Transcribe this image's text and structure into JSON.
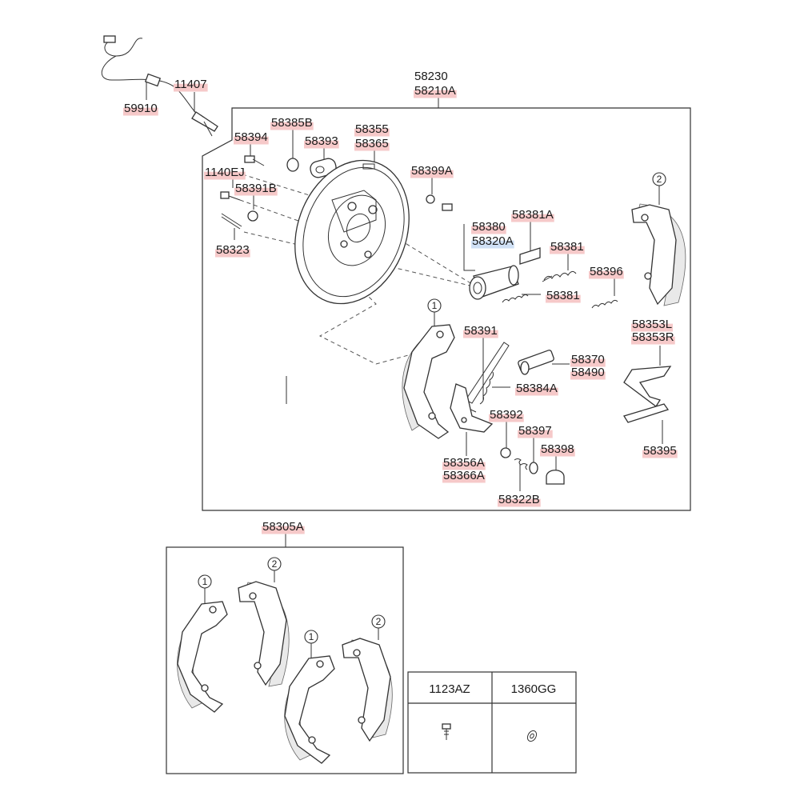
{
  "labels": [
    {
      "id": "p59910",
      "text": "59910",
      "hl": "red"
    },
    {
      "id": "p11407",
      "text": "11407",
      "hl": "red"
    },
    {
      "id": "p58230",
      "text": "58230",
      "hl": "none"
    },
    {
      "id": "p58210A",
      "text": "58210A",
      "hl": "red"
    },
    {
      "id": "p58394",
      "text": "58394",
      "hl": "red"
    },
    {
      "id": "p58385B",
      "text": "58385B",
      "hl": "red"
    },
    {
      "id": "p58393",
      "text": "58393",
      "hl": "red"
    },
    {
      "id": "p58355",
      "text": "58355",
      "hl": "red"
    },
    {
      "id": "p58365",
      "text": "58365",
      "hl": "red"
    },
    {
      "id": "p1140EJ",
      "text": "1140EJ",
      "hl": "red"
    },
    {
      "id": "p58391B",
      "text": "58391B",
      "hl": "red"
    },
    {
      "id": "p58399A",
      "text": "58399A",
      "hl": "red"
    },
    {
      "id": "p58323",
      "text": "58323",
      "hl": "red"
    },
    {
      "id": "p58380",
      "text": "58380",
      "hl": "red"
    },
    {
      "id": "p58320A",
      "text": "58320A",
      "hl": "blue"
    },
    {
      "id": "p58381A",
      "text": "58381A",
      "hl": "red"
    },
    {
      "id": "p58381a",
      "text": "58381",
      "hl": "red"
    },
    {
      "id": "p58381b",
      "text": "58381",
      "hl": "red"
    },
    {
      "id": "p58396",
      "text": "58396",
      "hl": "red"
    },
    {
      "id": "p58353L",
      "text": "58353L",
      "hl": "red"
    },
    {
      "id": "p58353R",
      "text": "58353R",
      "hl": "red"
    },
    {
      "id": "p58391",
      "text": "58391",
      "hl": "red"
    },
    {
      "id": "p58370",
      "text": "58370",
      "hl": "red"
    },
    {
      "id": "p58490",
      "text": "58490",
      "hl": "red"
    },
    {
      "id": "p58384A",
      "text": "58384A",
      "hl": "red"
    },
    {
      "id": "p58392",
      "text": "58392",
      "hl": "red"
    },
    {
      "id": "p58397",
      "text": "58397",
      "hl": "red"
    },
    {
      "id": "p58398",
      "text": "58398",
      "hl": "red"
    },
    {
      "id": "p58395",
      "text": "58395",
      "hl": "red"
    },
    {
      "id": "p58356A",
      "text": "58356A",
      "hl": "red"
    },
    {
      "id": "p58366A",
      "text": "58366A",
      "hl": "red"
    },
    {
      "id": "p58322B",
      "text": "58322B",
      "hl": "red"
    },
    {
      "id": "p58305A",
      "text": "58305A",
      "hl": "red"
    }
  ],
  "callouts": {
    "one": "1",
    "two": "2"
  },
  "table": {
    "col1": "1123AZ",
    "col2": "1360GG"
  }
}
